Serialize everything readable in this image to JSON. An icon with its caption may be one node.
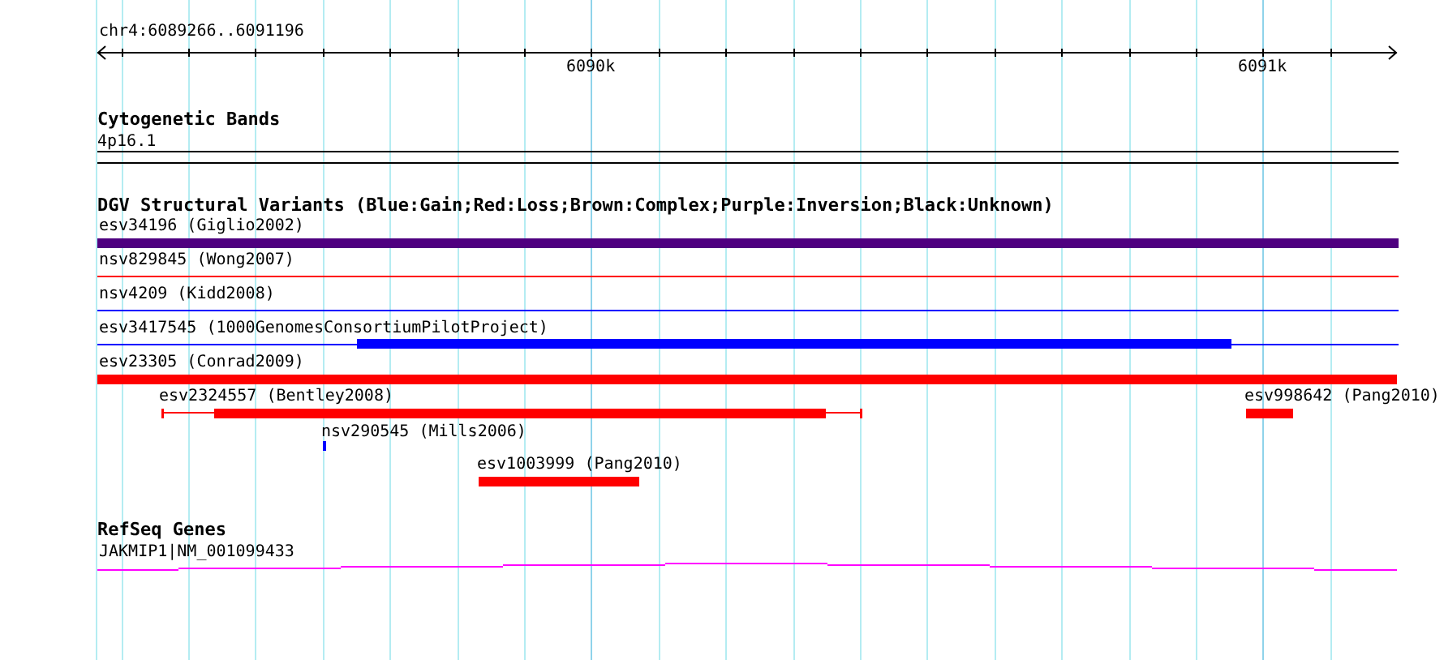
{
  "diagram": {
    "labels": [
      "chr4:6089266..6091196",
      "6090k",
      "6091k",
      "Cytogenetic Bands",
      "4p16.1",
      "DGV Structural Variants (Blue:Gain;Red:Loss;Brown:Complex;Purple:Inversion;Black:Unknown)",
      "esv34196 (Giglio2002)",
      "nsv829845 (Wong2007)",
      "nsv4209 (Kidd2008)",
      "esv3417545 (1000GenomesConsortiumPilotProject)",
      "esv23305 (Conrad2009)",
      "esv2324557 (Bentley2008)",
      "esv998642 (Pang2010)",
      "nsv290545 (Mills2006)",
      "esv1003999 (Pang2010)",
      "RefSeq Genes",
      "JAKMIP1|NM_001099433"
    ]
  }
}
